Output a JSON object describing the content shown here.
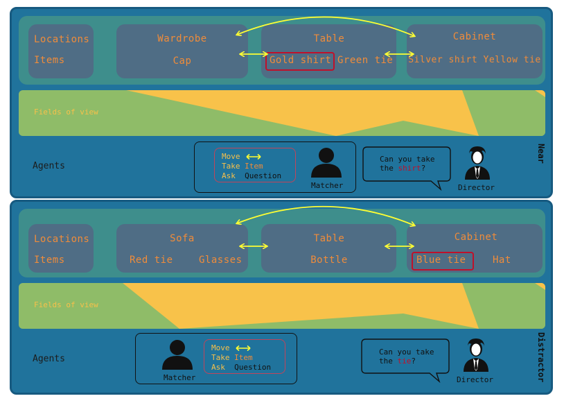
{
  "labels": {
    "locations": "Locations",
    "items": "Items",
    "fields_of_view": "Fields of view",
    "agents": "Agents"
  },
  "actions": {
    "move": "Move",
    "take": "Take",
    "item": "Item",
    "ask": "Ask",
    "question": "Question"
  },
  "near": {
    "condition": "Near",
    "locations": [
      "Wardrobe",
      "Table",
      "Cabinet"
    ],
    "items": {
      "wardrobe": "Cap",
      "table_1": "Gold shirt",
      "table_2": "Green tie",
      "cabinet": "Silver shirt Yellow tie"
    },
    "matcher_label": "Matcher",
    "director_label": "Director",
    "bubble_line1": "Can you take",
    "bubble_the": "the",
    "bubble_target": "shirt",
    "bubble_q": "?"
  },
  "distractor": {
    "condition": "Distractor",
    "locations": [
      "Sofa",
      "Table",
      "Cabinet"
    ],
    "items": {
      "sofa_1": "Red tie",
      "sofa_2": "Glasses",
      "table": "Bottle",
      "cabinet_1": "Blue tie",
      "cabinet_2": "Hat"
    },
    "matcher_label": "Matcher",
    "director_label": "Director",
    "bubble_line1": "Can you take",
    "bubble_the": "the",
    "bubble_target": "tie",
    "bubble_q": "?"
  },
  "colors": {
    "panel": "#20739c",
    "location_strip": "#3e8e8c",
    "location_box": "#4f6d85",
    "label_text": "#f08c3a",
    "field_green": "#8fbc68",
    "field_yellow": "#f8c24a",
    "arrow": "#ffff33",
    "highlight": "#c0102a"
  }
}
